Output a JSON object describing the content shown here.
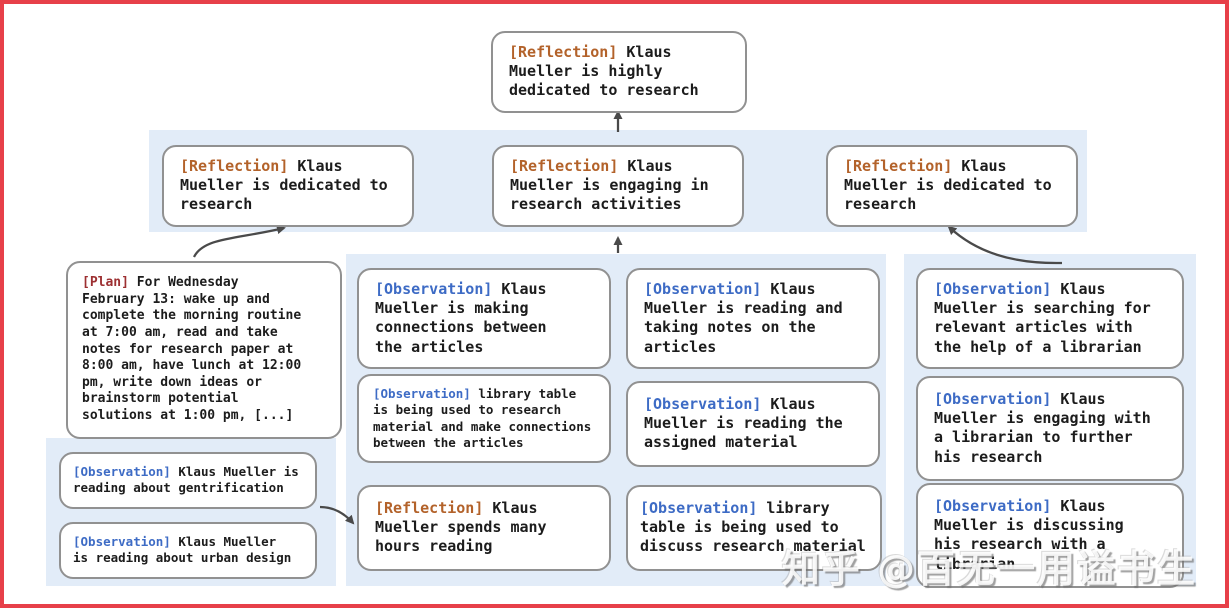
{
  "palette": {
    "frame_border": "#e74049",
    "band_background": "#e2ecf8",
    "node_border": "#919191",
    "node_background": "#ffffff",
    "text": "#1c1c1c",
    "reflection_tag": "#b3622a",
    "observation_tag": "#3d6bc5",
    "plan_tag": "#9d3032",
    "arrow": "#4a4a4a"
  },
  "nodes": {
    "top": {
      "tag": "[Reflection]",
      "body": " Klaus\nMueller is highly\ndedicated to research"
    },
    "ref_left": {
      "tag": "[Reflection]",
      "body": " Klaus\nMueller is dedicated to\nresearch"
    },
    "ref_center": {
      "tag": "[Reflection]",
      "body": " Klaus\nMueller is engaging in\nresearch activities"
    },
    "ref_right": {
      "tag": "[Reflection]",
      "body": " Klaus\nMueller is dedicated to\nresearch"
    },
    "plan": {
      "tag": "[Plan]",
      "body": " For Wednesday\nFebruary 13: wake up and\ncomplete the morning routine\nat 7:00 am, read and take\nnotes for research paper at\n8:00 am, have lunch at 12:00\npm, write down ideas or\nbrainstorm potential\nsolutions at 1:00 pm, [...]"
    },
    "obs_gentrification": {
      "tag": "[Observation]",
      "body": " Klaus Mueller is\nreading about gentrification"
    },
    "obs_urban": {
      "tag": "[Observation]",
      "body": " Klaus Mueller\nis reading about urban design"
    },
    "obs_connections": {
      "tag": "[Observation]",
      "body": " Klaus\nMueller is making\nconnections between\nthe articles"
    },
    "obs_library_research": {
      "tag": "[Observation]",
      "body": " library table\nis being used to research\nmaterial and make connections\nbetween the articles"
    },
    "ref_hours": {
      "tag": "[Reflection]",
      "body": " Klaus\nMueller spends many\nhours reading"
    },
    "obs_notes": {
      "tag": "[Observation]",
      "body": " Klaus\nMueller is reading and\ntaking notes on the\narticles"
    },
    "obs_assigned": {
      "tag": "[Observation]",
      "body": " Klaus\nMueller is reading the\nassigned material"
    },
    "obs_library_discuss": {
      "tag": "[Observation]",
      "body": " library\ntable is being used to\ndiscuss research material"
    },
    "obs_searching": {
      "tag": "[Observation]",
      "body": " Klaus\nMueller is searching for\nrelevant articles with\nthe help of a librarian"
    },
    "obs_engaging": {
      "tag": "[Observation]",
      "body": " Klaus\nMueller is engaging with\na librarian to further\nhis research"
    },
    "obs_discussing": {
      "tag": "[Observation]",
      "body": " Klaus\nMueller is discussing\nhis research with a\nlibrarian"
    }
  },
  "watermark": "知乎 @百无一用谥书生"
}
